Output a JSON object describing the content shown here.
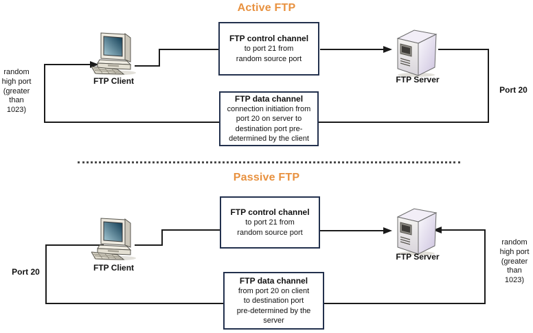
{
  "diagram": {
    "colors": {
      "title_orange": "#E8913F",
      "box_border_navy": "#22304d",
      "line_black": "#1a1a1a"
    },
    "active": {
      "title": "Active FTP",
      "control_box": {
        "heading": "FTP control channel",
        "body": "to port 21 from\nrandom source port"
      },
      "data_box": {
        "heading": "FTP data channel",
        "body": "connection initiation from\nport 20 on server to\ndestination port pre-\ndetermined by the client"
      },
      "client_label": "FTP Client",
      "server_label": "FTP Server",
      "left_note": "random\nhigh port\n(greater\nthan\n1023)",
      "right_note": "Port 20"
    },
    "passive": {
      "title": "Passive FTP",
      "control_box": {
        "heading": "FTP control channel",
        "body": "to port 21 from\nrandom source port"
      },
      "data_box": {
        "heading": "FTP data channel",
        "body": "from port 20 on client\nto destination port\npre-determined by the\nserver"
      },
      "client_label": "FTP Client",
      "server_label": "FTP Server",
      "left_note": "Port 20",
      "right_note": "random\nhigh port\n(greater\nthan\n1023)"
    }
  }
}
